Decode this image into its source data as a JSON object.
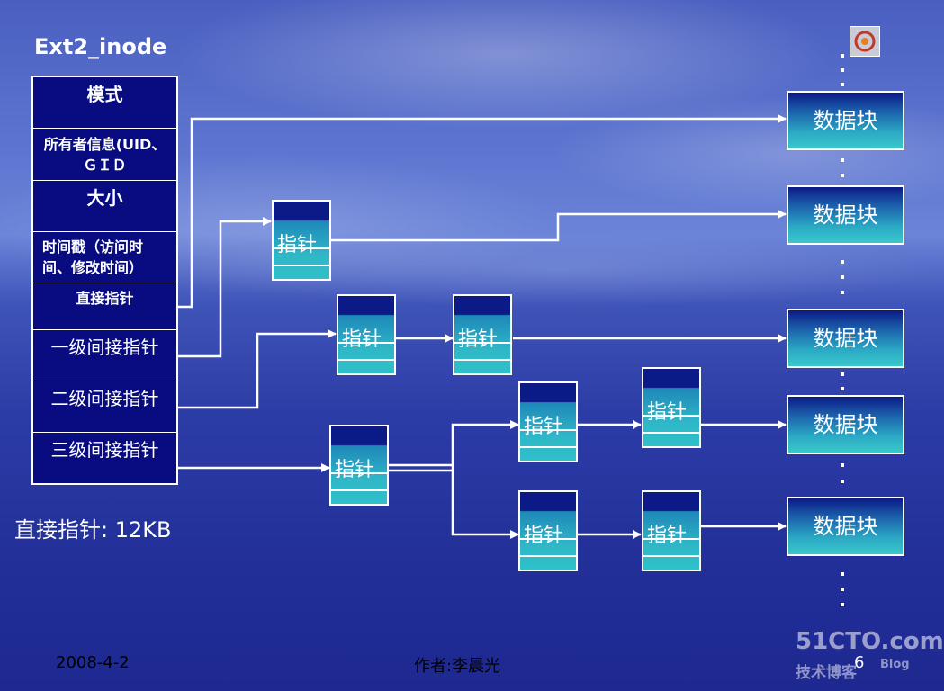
{
  "title": "Ext2_inode",
  "inode_fields": [
    "模式",
    "所有者信息(UID、\nＧＩＤ",
    "大小",
    "时间戳（访问时\n间、修改时间）",
    "直接指针",
    "一级间接指针",
    "二级间接指针",
    "三级间接指针"
  ],
  "pointer_label": "指针",
  "data_block_label": "数据块",
  "note": "直接指针: 12KB",
  "footer": {
    "date": "2008-4-2",
    "author": "作者:李晨光",
    "page": "6"
  },
  "watermark": {
    "site": "51CTO.com",
    "sub": "技术博客",
    "blog": "Blog"
  }
}
